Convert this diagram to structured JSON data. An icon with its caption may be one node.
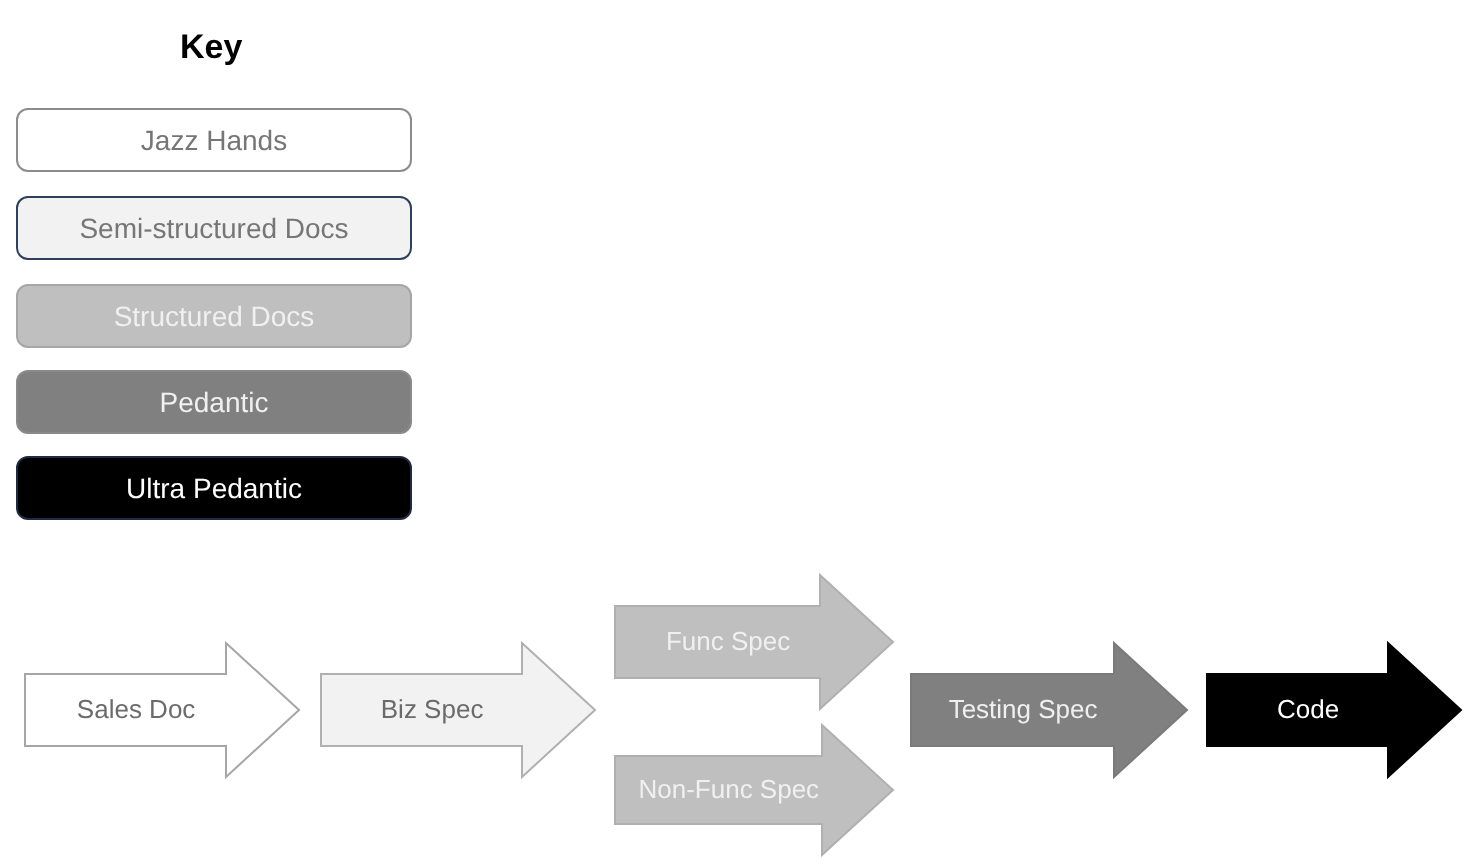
{
  "diagram": {
    "nodes": [
      {
        "text": [
          "Sales Doc"
        ]
      },
      {
        "text": [
          "Biz Spec"
        ]
      },
      {
        "text": [
          "Func Spec"
        ]
      },
      {
        "text": [
          "Non-Func Spec"
        ]
      },
      {
        "text": [
          "Testing Spec"
        ]
      },
      {
        "text": [
          "Code"
        ]
      }
    ],
    "labels": [
      "Key"
    ],
    "legend": [
      {
        "text": "Jazz Hands",
        "color": "#ffffff"
      },
      {
        "text": "Semi-structured Docs",
        "color": "#f2f2f2"
      },
      {
        "text": "Structured Docs",
        "color": "#bfbfbf"
      },
      {
        "text": "Pedantic",
        "color": "#808080"
      },
      {
        "text": "Ultra Pedantic",
        "color": "#000000"
      }
    ]
  }
}
